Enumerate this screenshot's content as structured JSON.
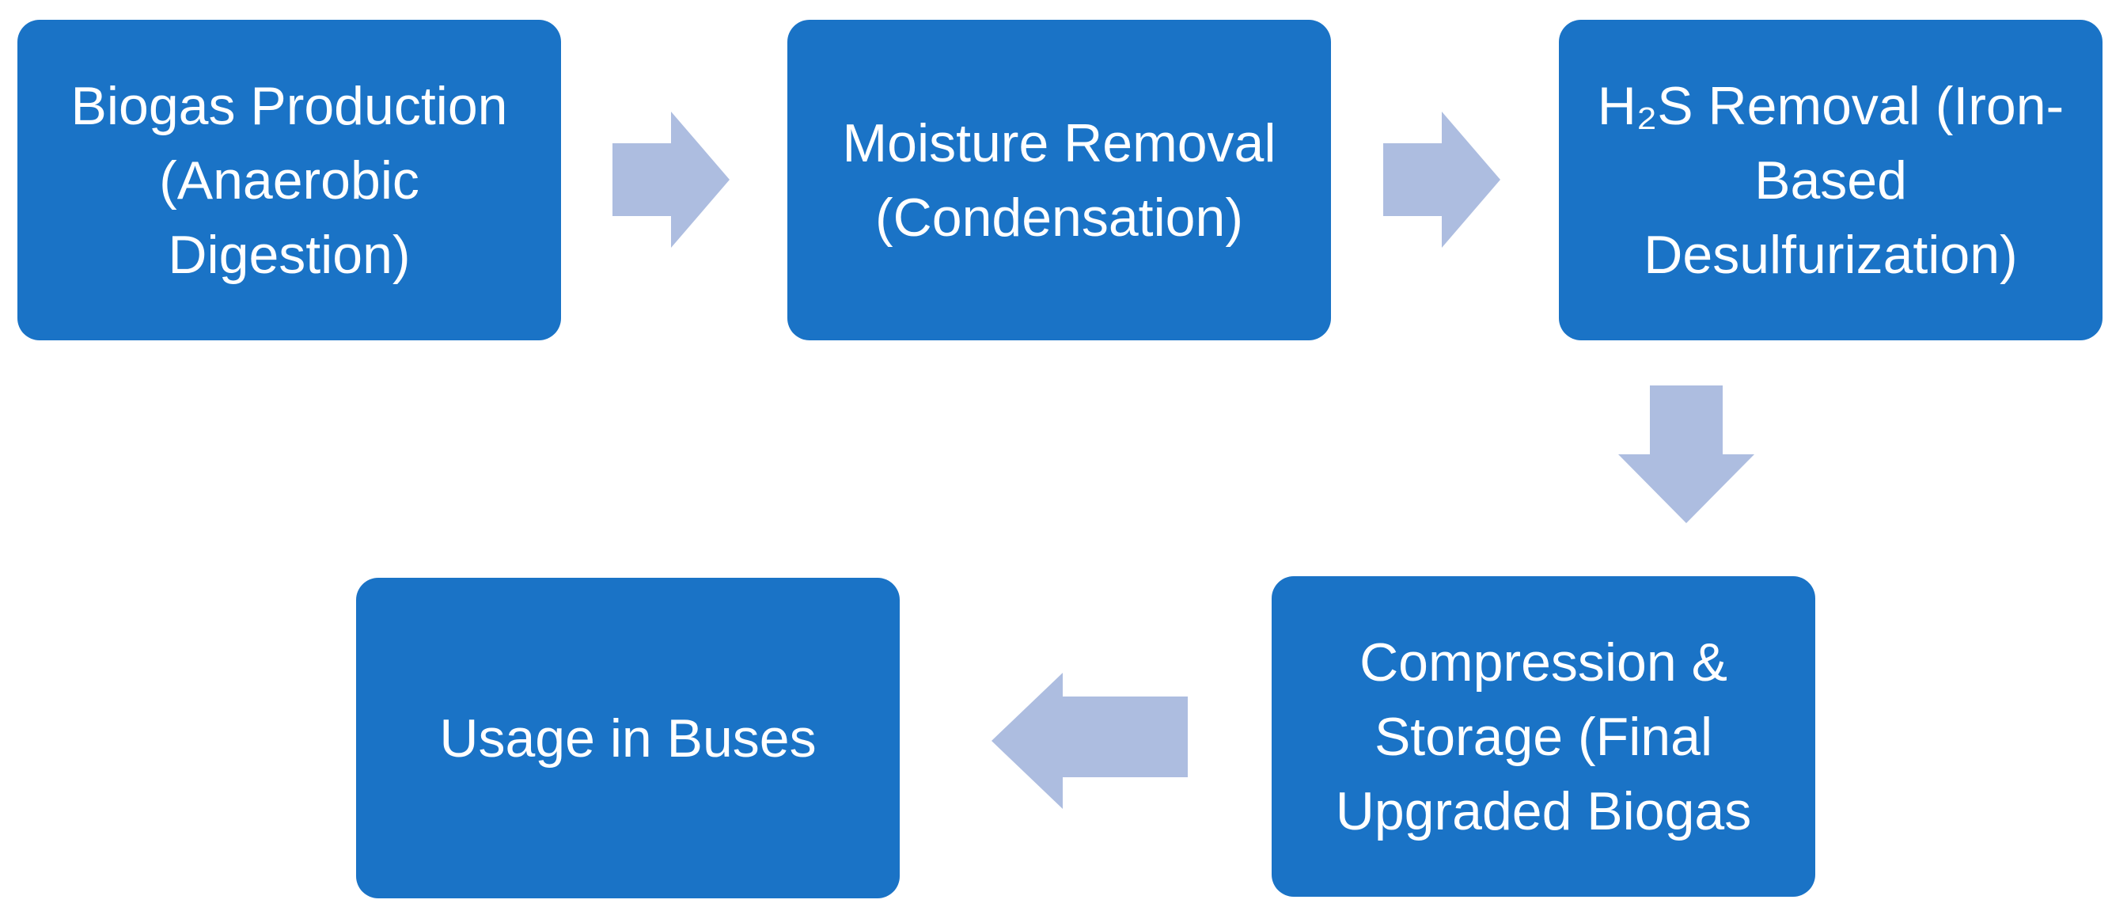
{
  "diagram": {
    "nodes": [
      {
        "id": "biogas-production",
        "label": "Biogas Production (Anaerobic Digestion)"
      },
      {
        "id": "moisture-removal",
        "label": "Moisture Removal (Condensation)"
      },
      {
        "id": "h2s-removal",
        "label": "H₂S Removal (Iron-Based Desulfurization)"
      },
      {
        "id": "compression-storage",
        "label": "Compression & Storage (Final Upgraded Biogas"
      },
      {
        "id": "usage-in-buses",
        "label": "Usage in Buses"
      }
    ],
    "edges": [
      {
        "from": "biogas-production",
        "to": "moisture-removal",
        "direction": "right"
      },
      {
        "from": "moisture-removal",
        "to": "h2s-removal",
        "direction": "right"
      },
      {
        "from": "h2s-removal",
        "to": "compression-storage",
        "direction": "down"
      },
      {
        "from": "compression-storage",
        "to": "usage-in-buses",
        "direction": "left"
      }
    ],
    "colors": {
      "box_fill": "#1a73c6",
      "box_text": "#ffffff",
      "arrow_fill": "#adbde0"
    }
  }
}
